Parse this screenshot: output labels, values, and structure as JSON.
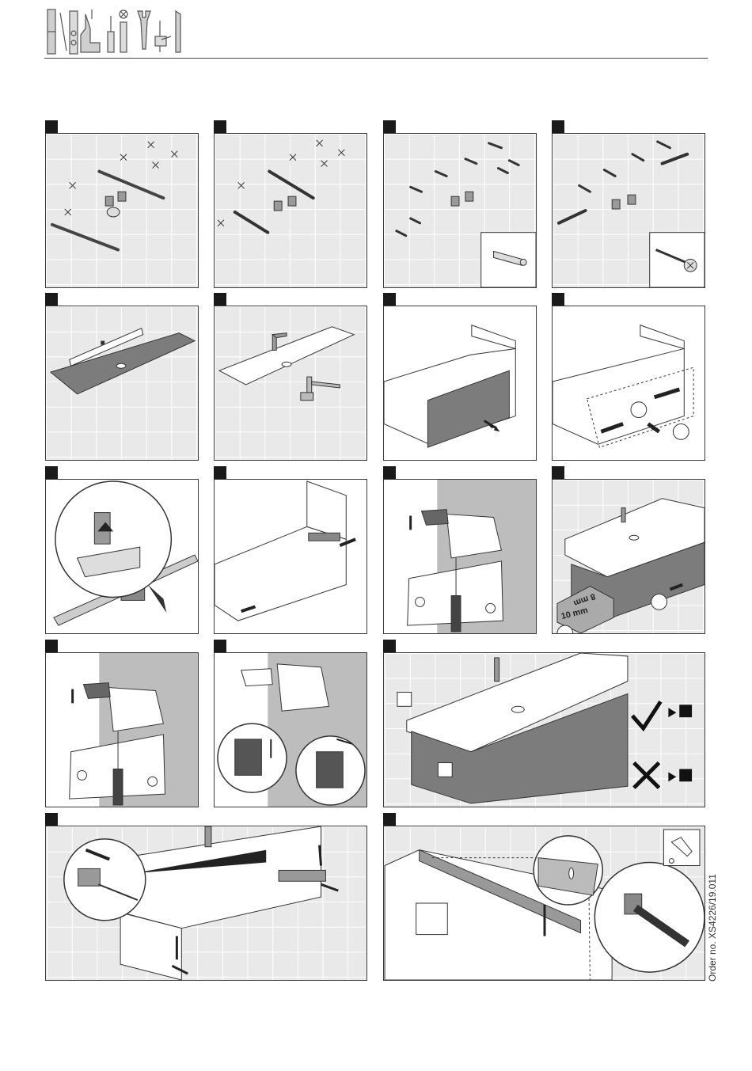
{
  "header": {
    "logo_icons": [
      "spirit-level-icon",
      "drill-icon",
      "bit-icon",
      "screwdriver-icon",
      "wrench-icon",
      "cartridge-gun-icon",
      "knife-icon"
    ]
  },
  "steps": [
    {
      "id": 1,
      "name": "step-mark-holes",
      "icons": [
        "spirit-level-icon",
        "angle-valve-icon"
      ]
    },
    {
      "id": 2,
      "name": "step-drill-holes",
      "icons": [
        "drill-bit-icon"
      ]
    },
    {
      "id": 3,
      "name": "step-insert-dowels",
      "icons": [
        "wall-plug-icon"
      ]
    },
    {
      "id": 4,
      "name": "step-insert-screws",
      "icons": [
        "screw-icon"
      ]
    },
    {
      "id": 5,
      "name": "step-level-basin",
      "icons": [
        "spirit-level-icon",
        "washbasin-icon"
      ]
    },
    {
      "id": 6,
      "name": "step-mount-tap-siphon",
      "icons": [
        "tap-icon",
        "siphon-icon"
      ]
    },
    {
      "id": 7,
      "name": "step-remove-drawer",
      "icons": [
        "drawer-icon",
        "arrow-icon"
      ]
    },
    {
      "id": 8,
      "name": "step-remove-inner-drawer",
      "icons": [
        "drawer-icon",
        "arrow-icon"
      ]
    },
    {
      "id": 9,
      "name": "step-release-runner",
      "icons": [
        "runner-icon",
        "magnifier-icon"
      ]
    },
    {
      "id": 10,
      "name": "step-hang-cabinet",
      "icons": [
        "cabinet-icon",
        "arrow-icon"
      ]
    },
    {
      "id": 11,
      "name": "step-fit-bracket",
      "icons": [
        "hanging-bracket-icon",
        "screwdriver-icon"
      ]
    },
    {
      "id": 12,
      "name": "step-check-gap",
      "icons": [
        "gauge-block-icon"
      ],
      "gauge_label": "10 mm",
      "gauge_top_label": "8 mm"
    },
    {
      "id": 13,
      "name": "step-tighten-bracket",
      "icons": [
        "hanging-bracket-icon",
        "screwdriver-icon"
      ]
    },
    {
      "id": 14,
      "name": "step-adjust-bracket",
      "icons": [
        "adjuster-block-icon"
      ]
    },
    {
      "id": 15,
      "name": "step-check-alignment",
      "icons": [
        "check-icon",
        "cross-icon"
      ]
    },
    {
      "id": 16,
      "name": "step-adjust-hinges",
      "icons": [
        "adjust-arrow-icon",
        "magnifier-icon"
      ]
    },
    {
      "id": 17,
      "name": "step-adjust-fascia",
      "icons": [
        "wrench-icon",
        "magnifier-icon"
      ]
    }
  ],
  "footer": {
    "order_no": "Order no. XS4226/19.011"
  }
}
